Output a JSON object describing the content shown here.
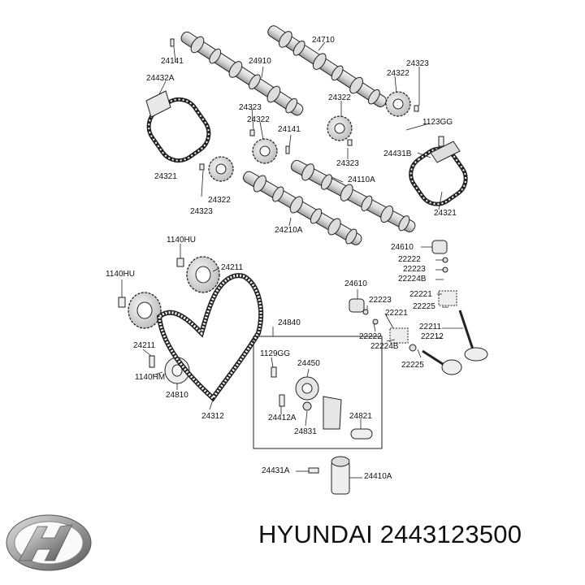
{
  "labels": [
    {
      "id": "24710",
      "text": "24710"
    },
    {
      "id": "24141a",
      "text": "24141"
    },
    {
      "id": "24910",
      "text": "24910"
    },
    {
      "id": "24323a",
      "text": "24323"
    },
    {
      "id": "24432A",
      "text": "24432A"
    },
    {
      "id": "24322a",
      "text": "24322"
    },
    {
      "id": "24323b",
      "text": "24323"
    },
    {
      "id": "24322b",
      "text": "24322"
    },
    {
      "id": "24322c",
      "text": "24322"
    },
    {
      "id": "1123GG",
      "text": "1123GG"
    },
    {
      "id": "24141b",
      "text": "24141"
    },
    {
      "id": "24323c",
      "text": "24323"
    },
    {
      "id": "24431B",
      "text": "24431B"
    },
    {
      "id": "24321a",
      "text": "24321"
    },
    {
      "id": "24110A",
      "text": "24110A"
    },
    {
      "id": "24322d",
      "text": "24322"
    },
    {
      "id": "24323d",
      "text": "24323"
    },
    {
      "id": "24321b",
      "text": "24321"
    },
    {
      "id": "24210A",
      "text": "24210A"
    },
    {
      "id": "1140HUa",
      "text": "1140HU"
    },
    {
      "id": "24610a",
      "text": "24610"
    },
    {
      "id": "22222a",
      "text": "22222"
    },
    {
      "id": "24211a",
      "text": "24211"
    },
    {
      "id": "22223a",
      "text": "22223"
    },
    {
      "id": "1140HUb",
      "text": "1140HU"
    },
    {
      "id": "22224Ba",
      "text": "22224B"
    },
    {
      "id": "24610b",
      "text": "24610"
    },
    {
      "id": "22221a",
      "text": "22221"
    },
    {
      "id": "22223b",
      "text": "22223"
    },
    {
      "id": "22225a",
      "text": "22225"
    },
    {
      "id": "22221b",
      "text": "22221"
    },
    {
      "id": "24840",
      "text": "24840"
    },
    {
      "id": "22222b",
      "text": "22222"
    },
    {
      "id": "22211",
      "text": "22211"
    },
    {
      "id": "22212",
      "text": "22212"
    },
    {
      "id": "22224Bb",
      "text": "22224B"
    },
    {
      "id": "24211b",
      "text": "24211"
    },
    {
      "id": "1129GG",
      "text": "1129GG"
    },
    {
      "id": "22225b",
      "text": "22225"
    },
    {
      "id": "24450",
      "text": "24450"
    },
    {
      "id": "1140HM",
      "text": "1140HM"
    },
    {
      "id": "24810",
      "text": "24810"
    },
    {
      "id": "24412A",
      "text": "24412A"
    },
    {
      "id": "24821",
      "text": "24821"
    },
    {
      "id": "24312",
      "text": "24312"
    },
    {
      "id": "24831",
      "text": "24831"
    },
    {
      "id": "24431A",
      "text": "24431A"
    },
    {
      "id": "24410A",
      "text": "24410A"
    }
  ],
  "footer": {
    "brand_part": "HYUNDAI 2443123500"
  },
  "colors": {
    "line": "#222222",
    "fill_light": "#eeeeee",
    "fill_mid": "#cccccc",
    "text": "#111111"
  }
}
